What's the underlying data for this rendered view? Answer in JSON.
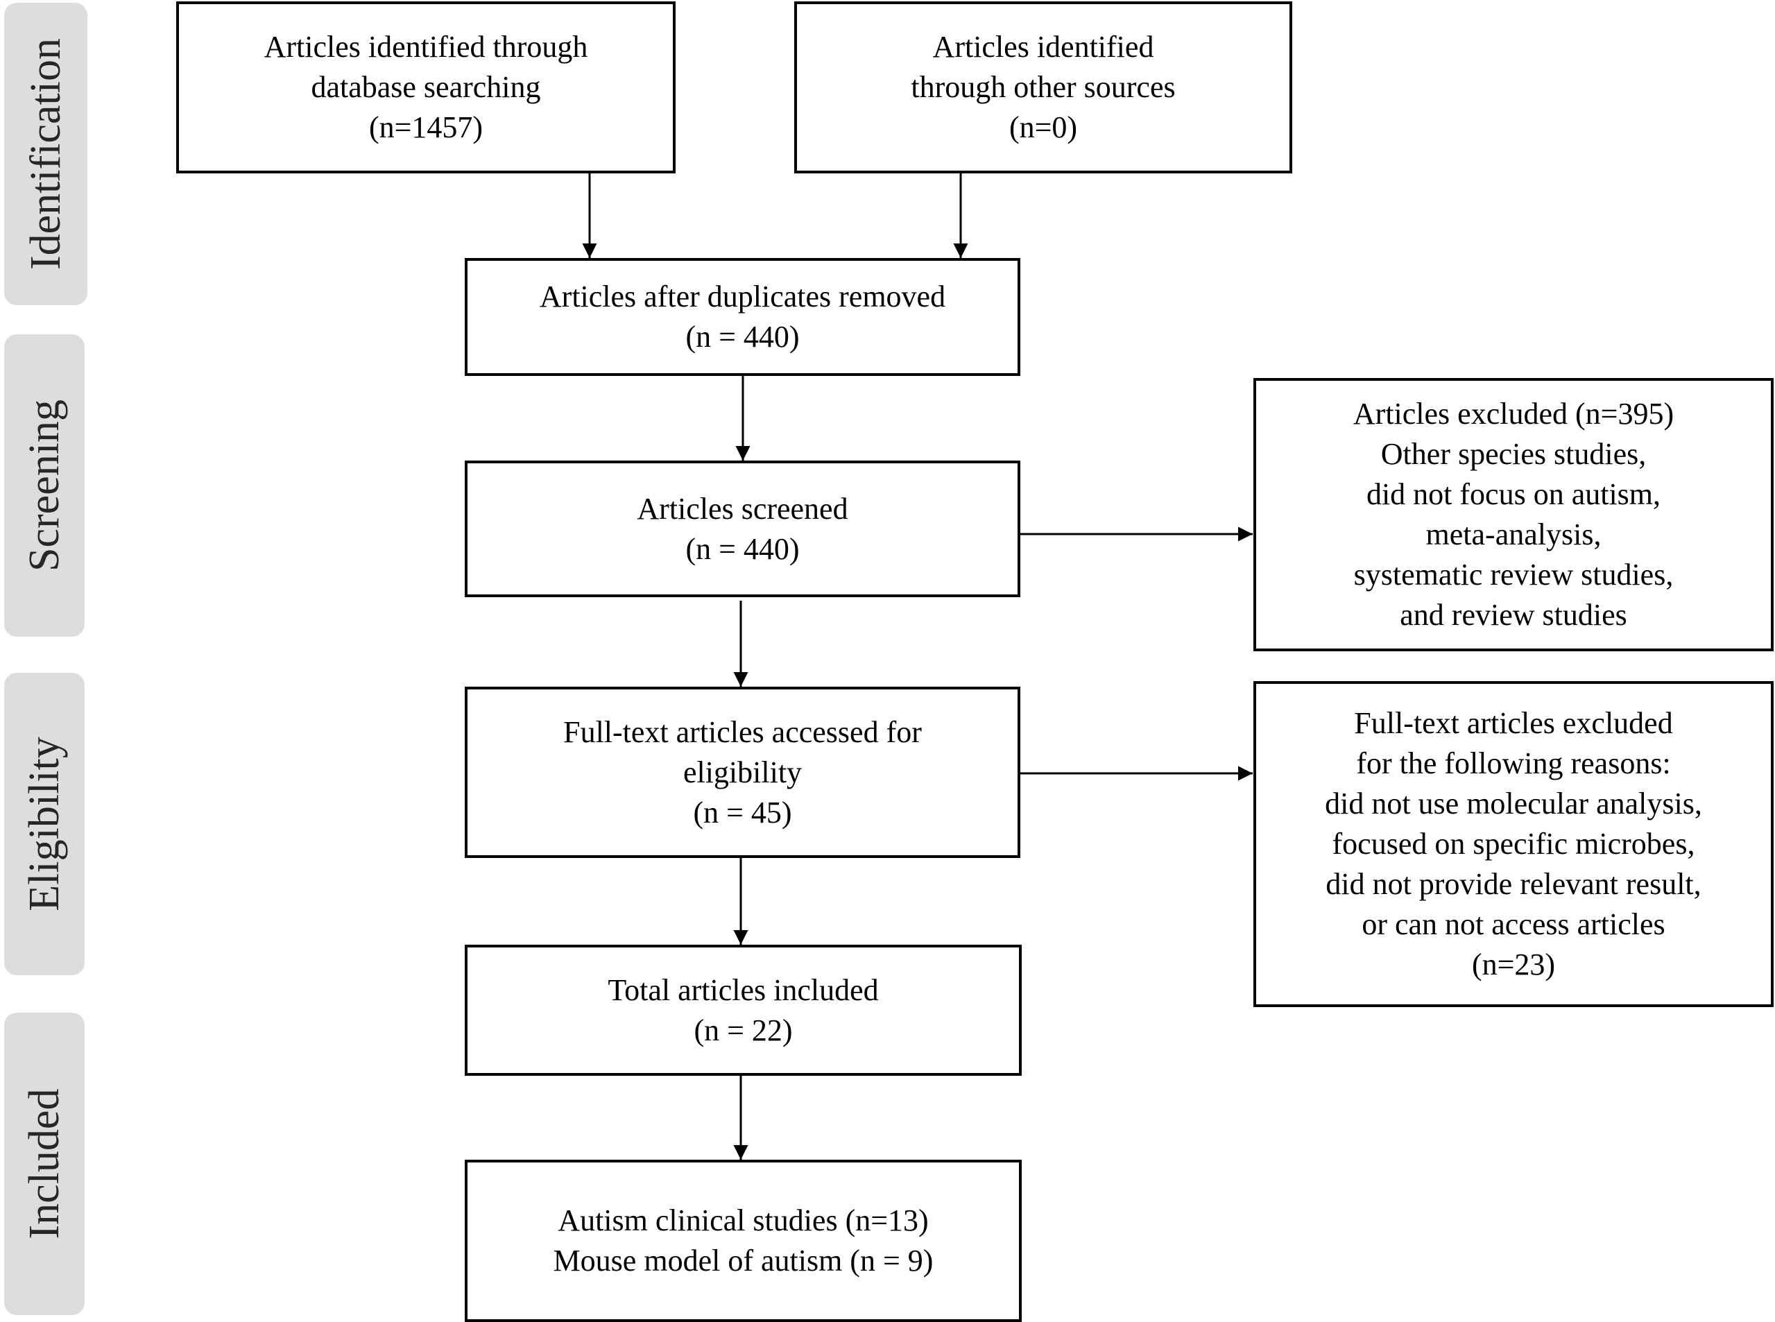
{
  "stages": {
    "identification": "Identification",
    "screening": "Screening",
    "eligibility": "Eligibility",
    "included": "Included"
  },
  "boxes": {
    "database_search": [
      "Articles identified through",
      "database searching",
      "(n=1457)"
    ],
    "other_sources": [
      "Articles identified",
      "through other sources",
      "(n=0)"
    ],
    "duplicates_removed": [
      "Articles after duplicates removed",
      "(n = 440)"
    ],
    "screened": [
      "Articles screened",
      "(n = 440)"
    ],
    "excluded": [
      "Articles excluded (n=395)",
      "Other species studies,",
      "did not focus on autism,",
      "meta-analysis,",
      "systematic review studies,",
      "and review studies"
    ],
    "full_text": [
      "Full-text articles accessed for",
      "eligibility",
      "(n = 45)"
    ],
    "full_text_excluded": [
      "Full-text articles excluded",
      "for the following reasons:",
      "did not use molecular analysis,",
      "focused on specific microbes,",
      "did not provide relevant result,",
      "or can not access articles",
      "(n=23)"
    ],
    "total_included": [
      "Total articles included",
      "(n = 22)"
    ],
    "final_breakdown": [
      "Autism clinical studies (n=13)",
      "Mouse model of autism (n = 9)"
    ]
  },
  "colors": {
    "stage_fill": "#dddddd",
    "stroke": "#000000",
    "background": "#ffffff"
  }
}
